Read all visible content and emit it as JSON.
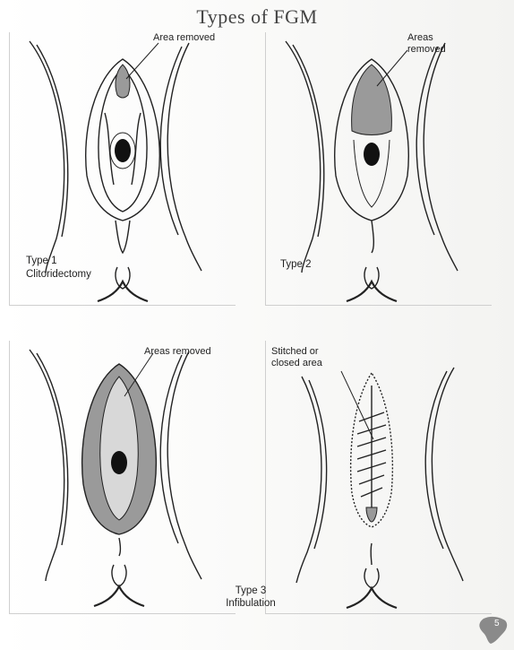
{
  "title": "Types of FGM",
  "panels": {
    "type1": {
      "callout": "Area removed",
      "type_label": "Type 1",
      "name": "Clitoridectomy"
    },
    "type2": {
      "callout_line1": "Areas",
      "callout_line2": "removed",
      "type_label": "Type 2"
    },
    "type3": {
      "callout": "Areas removed"
    },
    "type3_closed": {
      "callout_line1": "Stitched or",
      "callout_line2": "closed area"
    }
  },
  "bottom_caption": {
    "line1": "Type 3",
    "line2": "Infibulation"
  },
  "page_number": "5",
  "colors": {
    "ink": "#222222",
    "shade": "#9a9a9a",
    "badge": "#8a8a8a"
  }
}
